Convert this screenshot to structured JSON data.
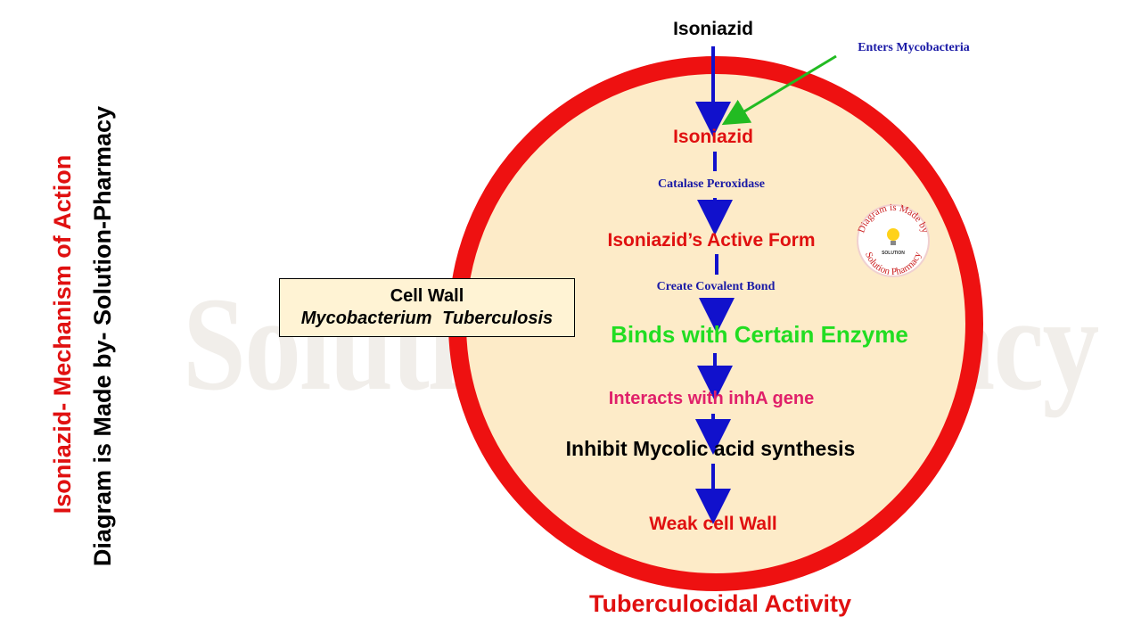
{
  "titles": {
    "main": "Isoniazid- Mechanism of Action",
    "credit": "Diagram is Made by- Solution-Pharmacy"
  },
  "watermark": "Solution-Pharmacy",
  "cell_wall_box": {
    "line1": "Cell Wall",
    "line2": "Mycobacterium  Tuberculosis"
  },
  "pathway": {
    "drug_outside": "Isoniazid",
    "enters_note": "Enters Mycobacteria",
    "drug_inside": "Isoniazid",
    "step1_note": "Catalase Peroxidase",
    "active_form": "Isoniazid’s Active Form",
    "step2_note": "Create Covalent Bond",
    "binds": "Binds with Certain Enzyme",
    "interacts": "Interacts with inhA gene",
    "inhibit": "Inhibit Mycolic acid synthesis",
    "result": "Weak cell Wall"
  },
  "outcome": "Tuberculocidal Activity",
  "badge": {
    "top_text": "Diagram is Made by",
    "center_text": "SOLUTION",
    "bottom_text": "Solution Pharmacy"
  },
  "colors": {
    "cell_fill": "#fdebc8",
    "cell_border": "#ee1111",
    "arrow": "#1111cc",
    "pointer": "#22bb22",
    "red_text": "#e01010",
    "green_text": "#22dd22",
    "pink_text": "#e0206a",
    "blue_text": "#1a1aa6"
  }
}
